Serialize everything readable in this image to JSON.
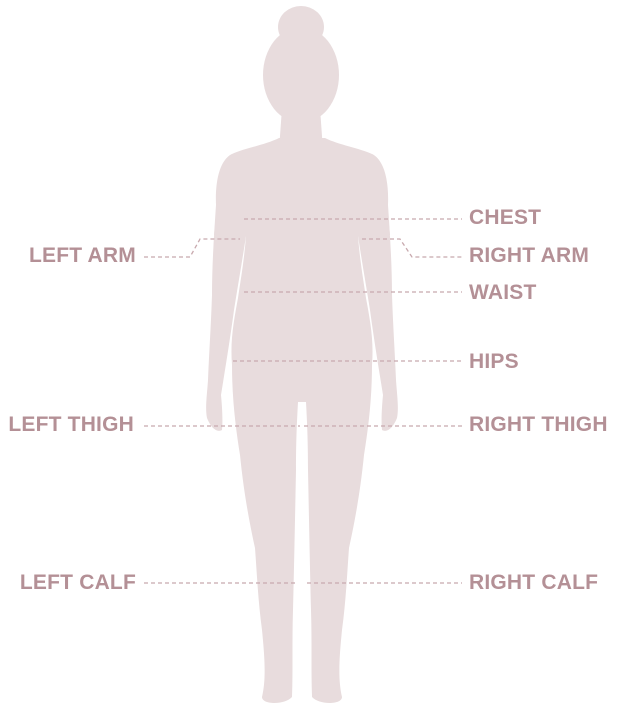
{
  "labels": {
    "chest": "CHEST",
    "left_arm": "LEFT ARM",
    "right_arm": "RIGHT ARM",
    "waist": "WAIST",
    "hips": "HIPS",
    "left_thigh": "LEFT THIGH",
    "right_thigh": "RIGHT THIGH",
    "left_calf": "LEFT CALF",
    "right_calf": "RIGHT CALF"
  },
  "colors": {
    "silhouette": "#e8dcdd",
    "line": "#c8a9ae",
    "text": "#b49096",
    "background": "#ffffff"
  },
  "icons": {
    "figure": "female-body-silhouette"
  }
}
